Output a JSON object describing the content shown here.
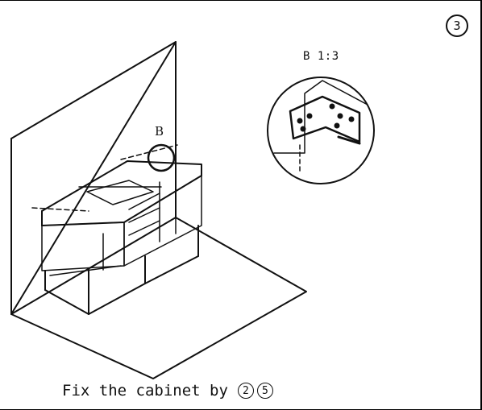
{
  "step": {
    "icon": "step-3-circled-icon",
    "number": "3"
  },
  "detail": {
    "label": "B 1:3"
  },
  "callout": {
    "label": "B"
  },
  "caption": {
    "text": "Fix the cabinet by",
    "parts": [
      "2",
      "5"
    ]
  },
  "colors": {
    "ink": "#111111",
    "background": "#ffffff"
  }
}
